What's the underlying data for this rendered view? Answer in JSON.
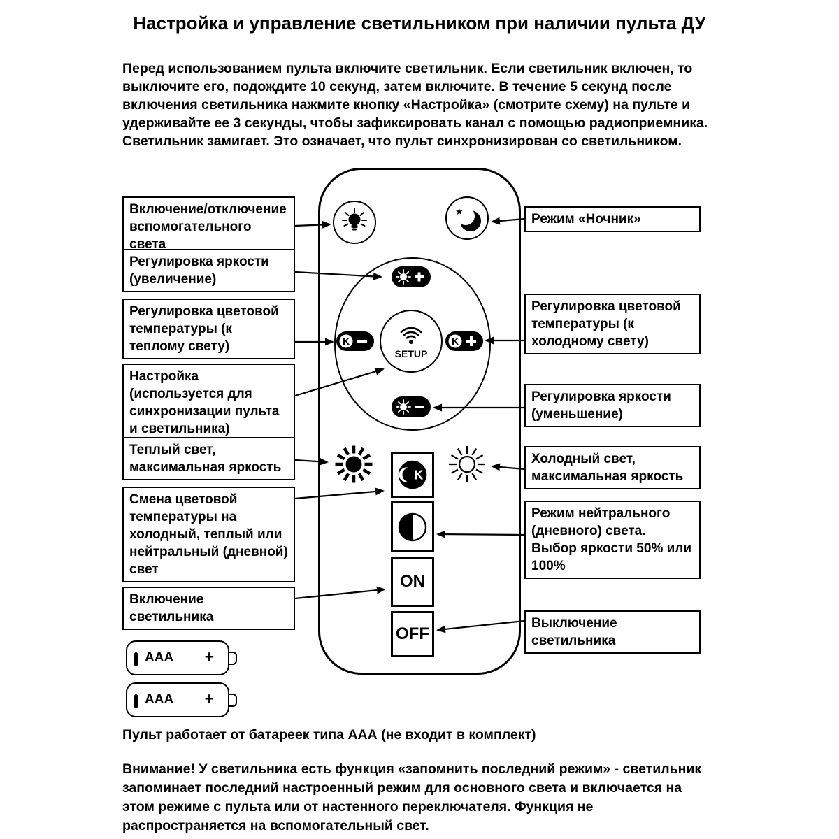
{
  "page": {
    "title": "Настройка и управление светильником при наличии пульта ДУ",
    "intro": "Перед использованием пульта включите светильник. Если светильник включен, то выключите его, подождите 10 секунд, затем включите. В течение 5 секунд после включения светильника нажмите кнопку «Настройка» (смотрите схему) на пульте и удерживайте ее 3 секунды, чтобы зафиксировать канал с помощью радиоприемника. Светильник замигает. Это означает, что пульт синхронизирован со светильником.",
    "battery_note": "Пульт работает от батареек типа ААА (не входит в комплект)",
    "warning": "Внимание! У светильника есть функция «запомнить последний режим» - светильник запоминает последний настроенный режим для основного света и включается на этом режиме с пульта или от настенного переключателя. Функция не распространяется на вспомогательный свет."
  },
  "labels_left": [
    {
      "text": "Включение/отключение вспомогательного света"
    },
    {
      "text": "Регулировка яркости (увеличение)"
    },
    {
      "text": "Регулировка цветовой температуры (к теплому свету)"
    },
    {
      "text": "Настройка (используется для синхронизации пульта и светильника)"
    },
    {
      "text": "Теплый свет, максимальная яркость"
    },
    {
      "text": "Смена цветовой температуры на холодный, теплый или нейтральный (дневной) свет"
    },
    {
      "text": "Включение светильника"
    }
  ],
  "labels_right": [
    {
      "text": "Режим «Ночник»"
    },
    {
      "text": "Регулировка цветовой температуры (к холодному свету)"
    },
    {
      "text": "Регулировка яркости (уменьшение)"
    },
    {
      "text": "Холодный свет, максимальная яркость"
    },
    {
      "text": "Режим нейтрального (дневного) света. Выбор яркости 50% или 100%"
    },
    {
      "text": "Выключение светильника"
    }
  ],
  "remote": {
    "setup_label": "SETUP",
    "k_letter": "K",
    "on_label": "ON",
    "off_label": "OFF",
    "star_glyph": "★"
  },
  "battery": {
    "label": "AAA",
    "plus": "+"
  },
  "icons": {
    "aux_light": "bulb-icon",
    "night_mode": "moon-star-icon",
    "brightness_up": "sun-plus-icon",
    "temp_warm": "k-minus-icon",
    "temp_cold": "k-plus-icon",
    "setup": "wifi-icon",
    "brightness_down": "sun-minus-icon",
    "warm_max": "sun-filled-icon",
    "cold_max": "sun-outline-icon",
    "temp_cycle": "k-moon-icon",
    "neutral_mode": "half-circle-icon"
  },
  "colors": {
    "ink": "#000000",
    "paper": "#ffffff"
  }
}
